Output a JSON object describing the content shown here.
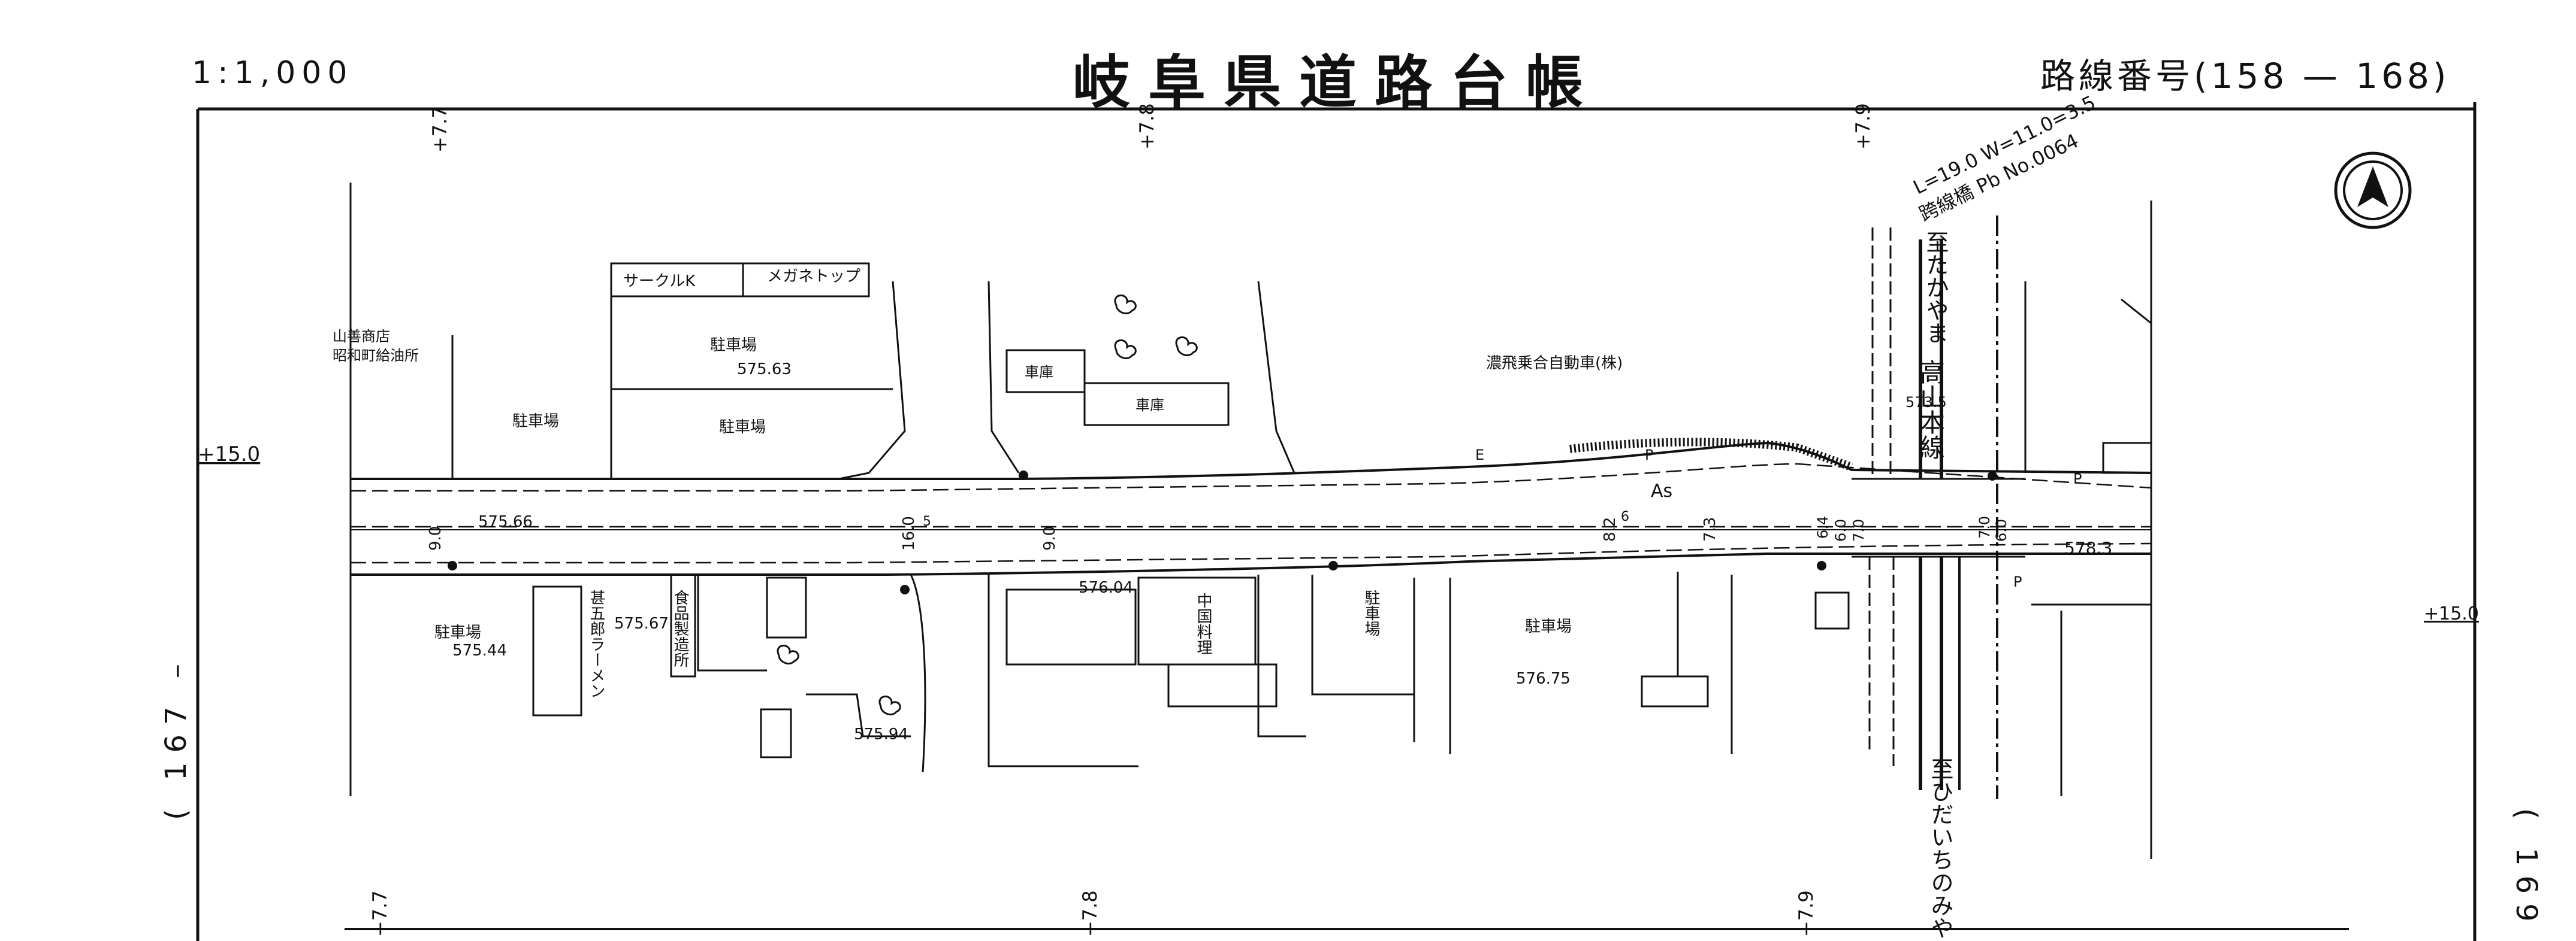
{
  "header": {
    "scale": "1:1,000",
    "title": "岐阜県道路台帳",
    "route_number": "路線番号(158 — 168)"
  },
  "side_labels": {
    "left_sheet": "( 167 –",
    "right_sheet": "( 169 –"
  },
  "stations": {
    "s77": "+7.7",
    "s78": "+7.8",
    "s79": "+7.9",
    "s150": "+15.0"
  },
  "places": {
    "circle_k": "サークルK",
    "megane_top": "メガネトップ",
    "yamazen": "山善商店",
    "showacho_gas": "昭和町給油所",
    "parking": "駐車場",
    "garage": "車庫",
    "nohi_bus": "濃飛乗合自動車(株)",
    "jingoro": "甚五郎ラーメン",
    "food_factory": "食品製造所",
    "chinese": "中国料理",
    "parking_vertical": "駐車場"
  },
  "railway": {
    "bridge": "L=19.0 W=11.0=3.5",
    "bridge_name": "跨線橋 Pb No.0064",
    "to_takayama": "至たかやま",
    "line_name": "高山本線",
    "to_hida_ichinomiya": "至ひだいちのみや"
  },
  "elevations": {
    "e1": "575.63",
    "e2": "575.66",
    "e3": "575.44",
    "e4": "575.67",
    "e5": "575.94",
    "e6": "576.04",
    "e7": "576.75",
    "e8": "573.5",
    "e9": "578.3"
  },
  "road_marks": {
    "asphalt": "As",
    "w1": "9.0",
    "w2": "16.0",
    "w3": "5",
    "w4": "9.0",
    "w5": "8.2",
    "w6": "6",
    "w7": "7.3",
    "w8": "6.4",
    "w9": "6.0",
    "w10": "7.0",
    "w11": "7.0",
    "w12": "6.0",
    "p": "P",
    "e": "E"
  },
  "icons": {
    "north_arrow": "north-arrow-icon",
    "utility_pole": "utility-pole-icon",
    "tree": "tree-icon"
  }
}
